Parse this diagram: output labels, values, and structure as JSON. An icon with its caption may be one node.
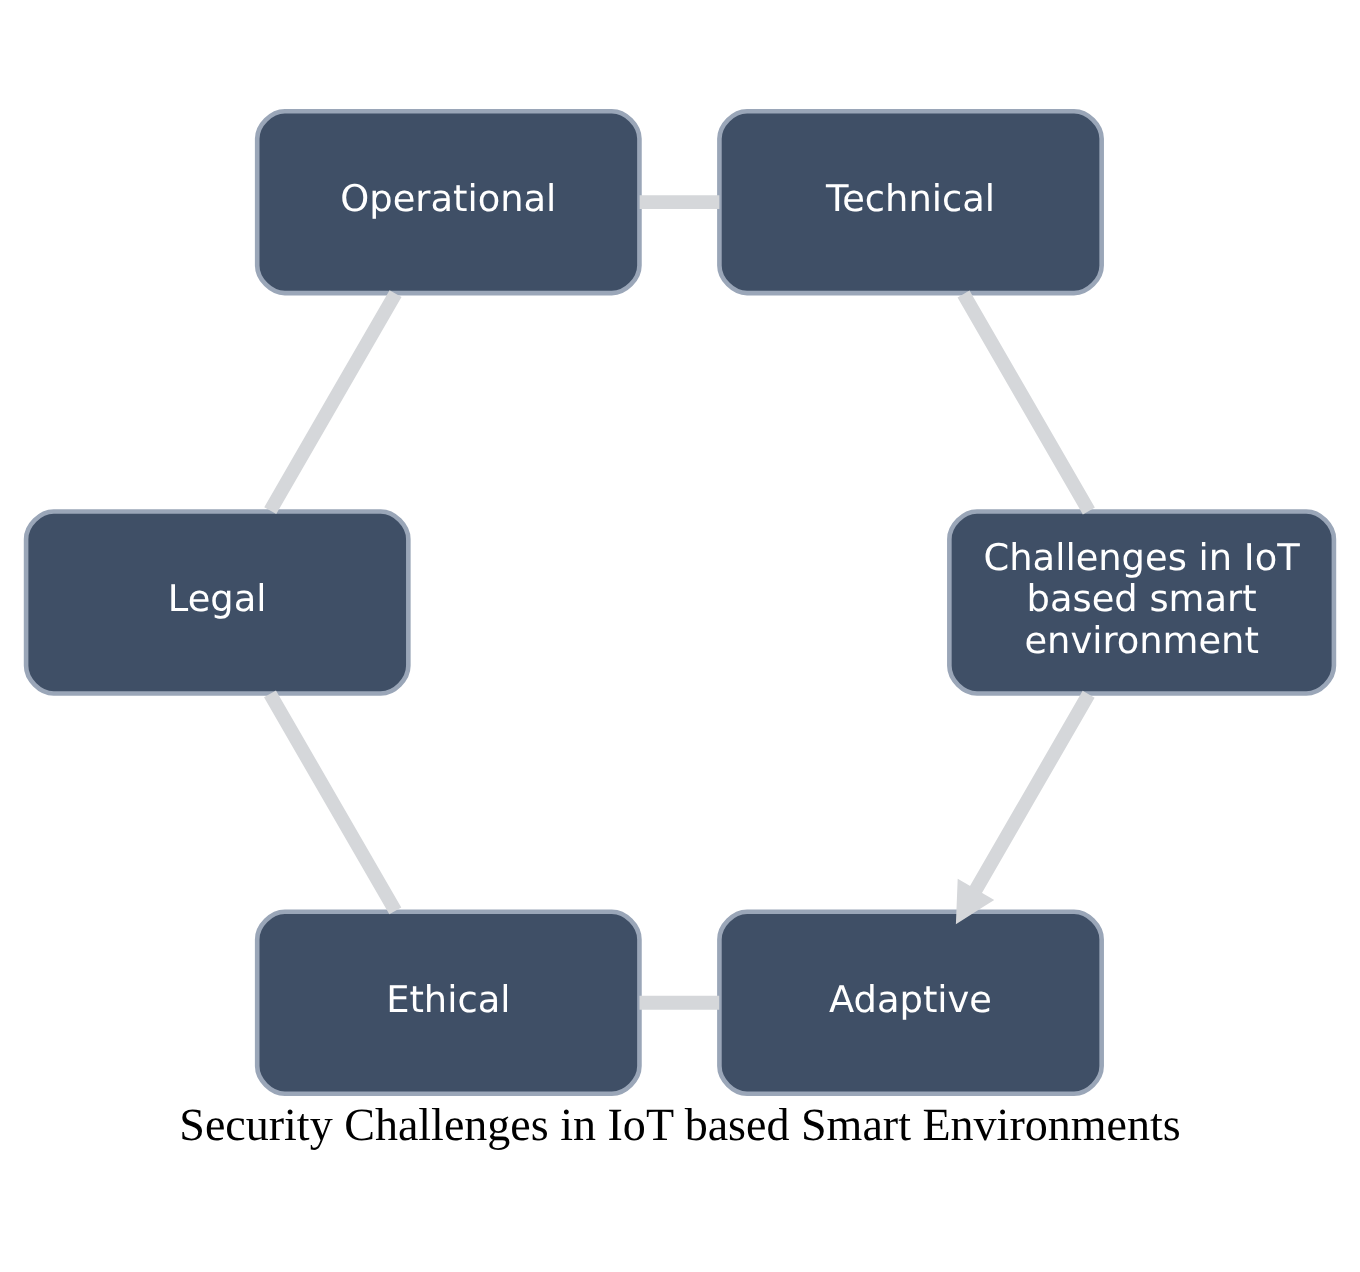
{
  "diagram": {
    "title": "Security Challenges in IoT based Smart Environments",
    "nodes": [
      {
        "text": [
          "Adaptive"
        ]
      },
      {
        "text": [
          "Challenges in IoT based smart environment"
        ]
      },
      {
        "text": [
          "Ethical"
        ]
      },
      {
        "text": [
          "Technical"
        ]
      },
      {
        "text": [
          "Legal"
        ]
      },
      {
        "text": [
          "Operational"
        ]
      }
    ],
    "edges": [
      {
        "from": 1,
        "to": 0,
        "arrow": "to"
      },
      {
        "from": 0,
        "to": 2,
        "arrow": "none"
      },
      {
        "from": 2,
        "to": 4,
        "arrow": "none"
      },
      {
        "from": 4,
        "to": 5,
        "arrow": "none"
      },
      {
        "from": 5,
        "to": 3,
        "arrow": "none"
      },
      {
        "from": 3,
        "to": 1,
        "arrow": "none"
      }
    ]
  }
}
